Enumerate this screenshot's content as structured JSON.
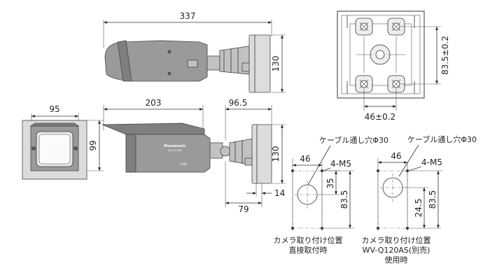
{
  "side_view_top": {
    "overall_length": "337",
    "height": "130"
  },
  "front_view": {
    "width": "95",
    "height": "99"
  },
  "side_view_bottom": {
    "hood_length": "203",
    "bracket_depth": "96.5",
    "height": "130",
    "offset": "14",
    "bracket_base": "79",
    "brand": "Panasonic",
    "model": "WV-S1536L",
    "logo_mark": "i-PRO"
  },
  "rear_view": {
    "vertical_pitch": "83.5±0.2",
    "horizontal_pitch": "46±0.2"
  },
  "hole_pattern_direct": {
    "cable_hole": "ケーブル通し穴Φ30",
    "width": "46",
    "screw": "4-M5",
    "offset": "35",
    "height": "83.5",
    "caption_line1": "カメラ取り付け位置",
    "caption_line2": "直接取付時"
  },
  "hole_pattern_bracket": {
    "cable_hole": "ケーブル通し穴Φ30",
    "width": "46",
    "screw": "4-M5",
    "offset": "24.5",
    "height": "83.5",
    "caption_line1": "カメラ取り付け位置",
    "caption_line2": "WV-Q120AS(別売)",
    "caption_line3": "使用時"
  },
  "colors": {
    "housing": "#9a9a9a",
    "housing_dark": "#7f7f7f",
    "bracket": "#c2c2c2",
    "mount_plate": "#dcdcdc",
    "line": "#333333"
  }
}
